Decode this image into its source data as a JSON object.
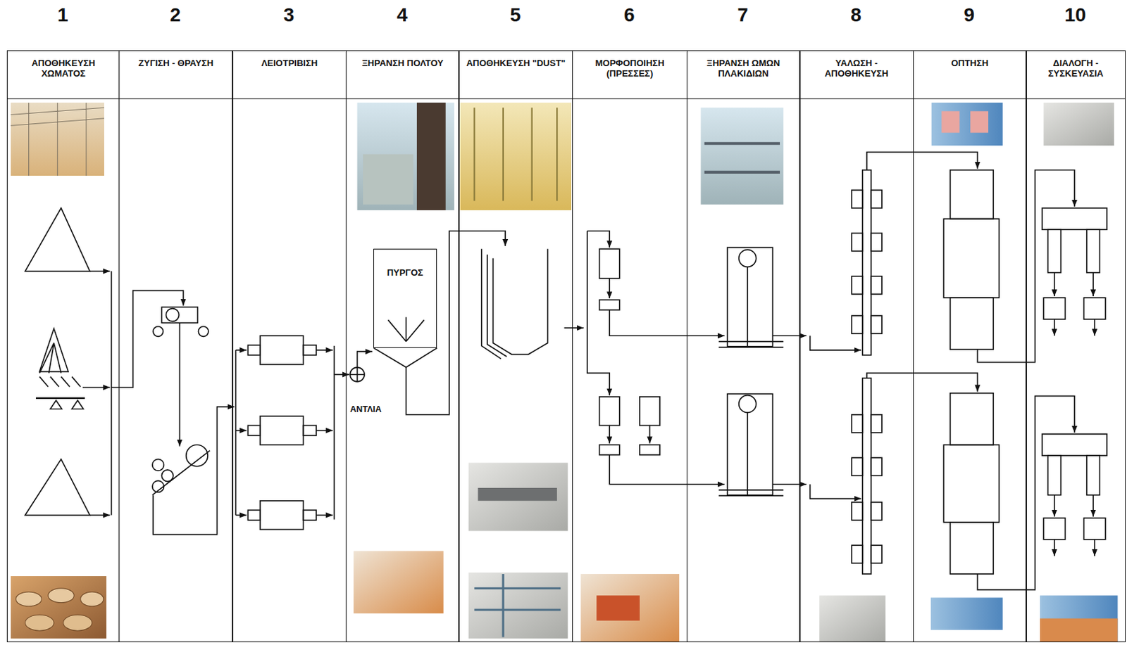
{
  "diagram": {
    "nodes": [
      {
        "text": [
          "ΑΠΟΘΗΚΕΥΣΗ ΧΩΜΑΤΟΣ"
        ]
      },
      {
        "text": [
          "ΖΥΓΙΣΗ - ΘΡΑΥΣΗ"
        ]
      },
      {
        "text": [
          "ΛΕΙΟΤΡΙΒΙΣΗ"
        ]
      },
      {
        "text": [
          "ΞΗΡΑΝΣΗ ΠΟΛΤΟΥ"
        ]
      },
      {
        "text": [
          "ΠΥΡΓΟΣ"
        ],
        "in": 3
      },
      {
        "text": [
          "ΑΠΟΘΗΚΕΥΣΗ \"DUST\""
        ]
      },
      {
        "text": [
          "ΜΟΡΦΟΠΟΙΗΣΗ (ΠΡΕΣΣΕΣ)"
        ]
      },
      {
        "text": [
          "ΞΗΡΑΝΣΗ ΩΜΩΝ ΠΛΑΚΙΔΙΩΝ"
        ]
      },
      {
        "text": [
          "ΥΑΛΩΣΗ - ΑΠΟΘΗΚΕΥΣΗ"
        ]
      },
      {
        "text": [
          "ΟΠΤΗΣΗ"
        ]
      },
      {
        "text": [
          "ΔΙΑΛΟΓΗ - ΣΥΣΚΕΥΑΣΙΑ"
        ]
      }
    ],
    "labels": [
      "1",
      "2",
      "3",
      "4",
      "5",
      "6",
      "7",
      "8",
      "9",
      "10",
      "ΑΝΤΛΙΑ"
    ]
  }
}
